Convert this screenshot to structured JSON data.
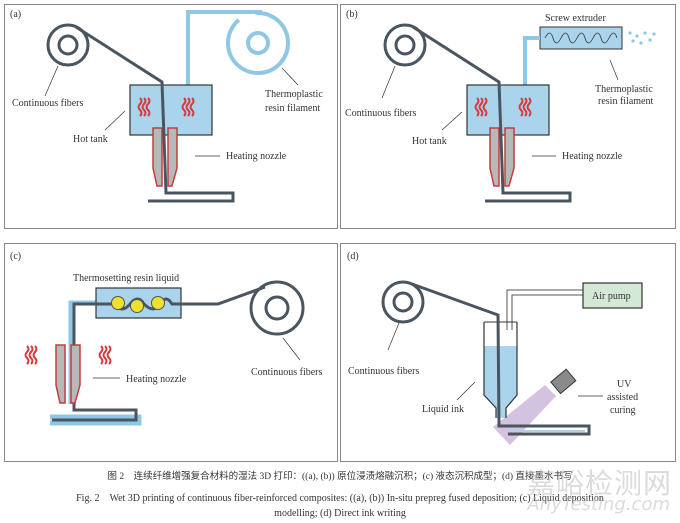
{
  "panels": {
    "a": {
      "tag": "(a)",
      "continuous_fibers": "Continuous fibers",
      "hot_tank": "Hot tank",
      "heating_nozzle": "Heating nozzle",
      "filament_1": "Thermoplastic",
      "filament_2": "resin filament"
    },
    "b": {
      "tag": "(b)",
      "screw_extruder": "Screw extruder",
      "continuous_fibers": "Continuous fibers",
      "hot_tank": "Hot tank",
      "heating_nozzle": "Heating nozzle",
      "filament_1": "Thermoplastic",
      "filament_2": "resin filament"
    },
    "c": {
      "tag": "(c)",
      "resin_liquid": "Thermosetting resin liquid",
      "continuous_fibers": "Continuous fibers",
      "heating_nozzle": "Heating nozzle"
    },
    "d": {
      "tag": "(d)",
      "air_pump": "Air pump",
      "continuous_fibers": "Continuous fibers",
      "liquid_ink": "Liquid ink",
      "uv_1": "UV",
      "uv_2": "assisted",
      "uv_3": "curing"
    }
  },
  "caption": {
    "zh": "图 2　连续纤维增强复合材料的湿法 3D 打印：((a), (b)) 原位浸渍熔融沉积；(c) 液态沉积成型；(d) 直接墨水书写",
    "en_1": "Fig. 2　Wet 3D printing of continuous fiber-reinforced composites: ((a), (b)) In-situ prepreg fused deposition; (c) Liquid deposition",
    "en_2": "modelling; (d) Direct ink writing"
  },
  "watermark": {
    "cn": "嘉峪检测网",
    "en": "AnyTesting.com"
  },
  "colors": {
    "fiber": "#4a5560",
    "filament": "#8fc8e4",
    "tank": "#a9d4ec",
    "heat": "#d8393d",
    "nozzle": "#b8b8b8",
    "resin_ball": "#f0e030",
    "pump": "#d4e8d6",
    "uv": "#c9b4d8"
  }
}
